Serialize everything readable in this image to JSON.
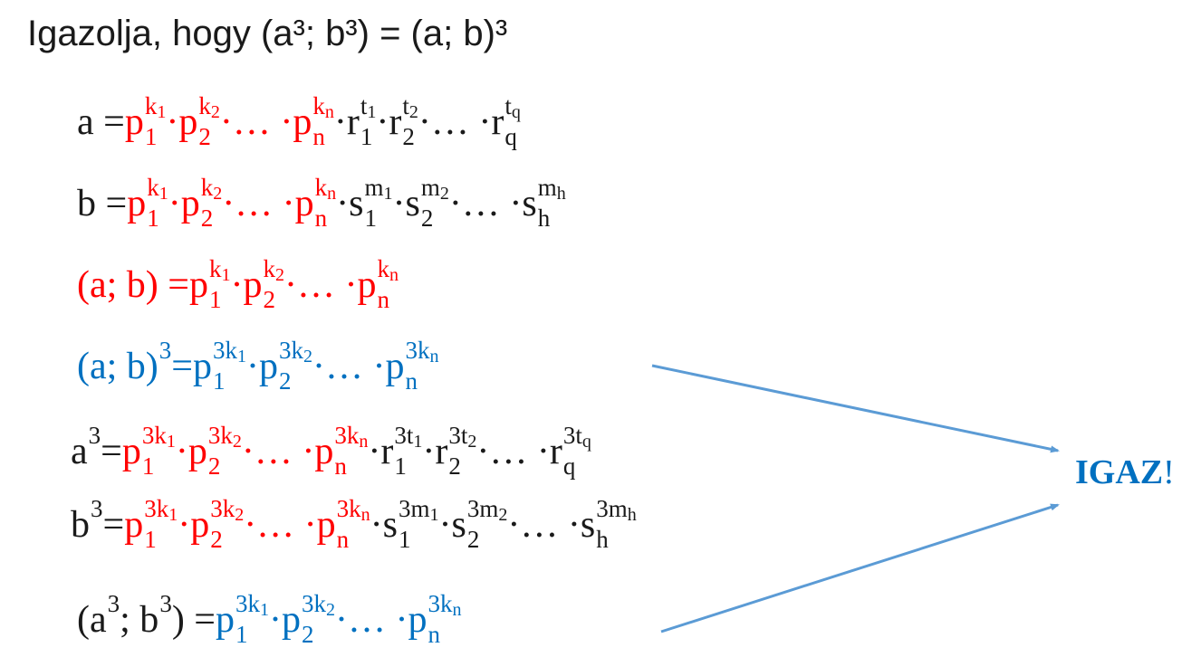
{
  "colors": {
    "black": "#1a1a1a",
    "red": "#ff0000",
    "blue": "#0070c0",
    "arrow": "#5b9bd5"
  },
  "title": "Igazolja, hogy (a³; b³) = (a; b)³",
  "conclusion": {
    "word": "IGAZ",
    "mark": "!"
  },
  "lines": [
    {
      "name": "a-factorization",
      "tokens": [
        {
          "t": "a = ",
          "c": "black"
        },
        {
          "b": "p",
          "sub": "1",
          "sup": "k",
          "ss": "1",
          "c": "red"
        },
        {
          "t": " ·  ",
          "c": "red"
        },
        {
          "b": "p",
          "sub": "2",
          "sup": "k",
          "ss": "2",
          "c": "red"
        },
        {
          "t": " ·… · ",
          "c": "red"
        },
        {
          "b": "p",
          "sub": "n",
          "sup": "k",
          "ss": "n",
          "c": "red"
        },
        {
          "t": " · ",
          "c": "black"
        },
        {
          "b": "r",
          "sub": "1",
          "sup": "t",
          "ss": "1",
          "c": "black"
        },
        {
          "t": " ·  ",
          "c": "black"
        },
        {
          "b": "r",
          "sub": "2",
          "sup": "t",
          "ss": "2",
          "c": "black"
        },
        {
          "t": " ·… · ",
          "c": "black"
        },
        {
          "b": "r",
          "sub": "q",
          "sup": "t",
          "ss": "q",
          "c": "black"
        }
      ]
    },
    {
      "name": "b-factorization",
      "tokens": [
        {
          "t": "b = ",
          "c": "black"
        },
        {
          "b": "p",
          "sub": "1",
          "sup": "k",
          "ss": "1",
          "c": "red"
        },
        {
          "t": " ·  ",
          "c": "red"
        },
        {
          "b": "p",
          "sub": "2",
          "sup": "k",
          "ss": "2",
          "c": "red"
        },
        {
          "t": " ·… · ",
          "c": "red"
        },
        {
          "b": "p",
          "sub": "n",
          "sup": "k",
          "ss": "n",
          "c": "red"
        },
        {
          "t": " · ",
          "c": "black"
        },
        {
          "b": "s",
          "sub": "1",
          "sup": "m",
          "ss": "1",
          "c": "black"
        },
        {
          "t": " ·  ",
          "c": "black"
        },
        {
          "b": "s",
          "sub": "2",
          "sup": "m",
          "ss": "2",
          "c": "black"
        },
        {
          "t": " ·… · ",
          "c": "black"
        },
        {
          "b": "s",
          "sub": "h",
          "sup": "m",
          "ss": "h",
          "c": "black"
        }
      ]
    },
    {
      "name": "gcd-ab",
      "tokens": [
        {
          "t": "(a; b) = ",
          "c": "red"
        },
        {
          "b": "p",
          "sub": "1",
          "sup": "k",
          "ss": "1",
          "c": "red"
        },
        {
          "t": " ·  ",
          "c": "red"
        },
        {
          "b": "p",
          "sub": "2",
          "sup": "k",
          "ss": "2",
          "c": "red"
        },
        {
          "t": " ·… · ",
          "c": "red"
        },
        {
          "b": "p",
          "sub": "n",
          "sup": "k",
          "ss": "n",
          "c": "red"
        }
      ]
    },
    {
      "name": "gcd-ab-cubed",
      "tokens": [
        {
          "b": "(a; b)",
          "sup": "3",
          "c": "blue"
        },
        {
          "t": " = ",
          "c": "blue"
        },
        {
          "b": "p",
          "sub": "1",
          "sup": "3k",
          "ss": "1",
          "c": "blue"
        },
        {
          "t": " ·  ",
          "c": "blue"
        },
        {
          "b": "p",
          "sub": "2",
          "sup": "3k",
          "ss": "2",
          "c": "blue"
        },
        {
          "t": " ·… · ",
          "c": "blue"
        },
        {
          "b": "p",
          "sub": "n",
          "sup": "3k",
          "ss": "n",
          "c": "blue"
        }
      ]
    },
    {
      "name": "a-cubed",
      "tokens": [
        {
          "b": "a",
          "sup": "3",
          "c": "black"
        },
        {
          "t": " = ",
          "c": "black"
        },
        {
          "b": "p",
          "sub": "1",
          "sup": "3k",
          "ss": "1",
          "c": "red"
        },
        {
          "t": " ·  ",
          "c": "red"
        },
        {
          "b": "p",
          "sub": "2",
          "sup": "3k",
          "ss": "2",
          "c": "red"
        },
        {
          "t": " ·… · ",
          "c": "red"
        },
        {
          "b": "p",
          "sub": "n",
          "sup": "3k",
          "ss": "n",
          "c": "red"
        },
        {
          "t": " · ",
          "c": "black"
        },
        {
          "b": "r",
          "sub": "1",
          "sup": "3t",
          "ss": "1",
          "c": "black"
        },
        {
          "t": " ·  ",
          "c": "black"
        },
        {
          "b": "r",
          "sub": "2",
          "sup": "3t",
          "ss": "2",
          "c": "black"
        },
        {
          "t": " ·… · ",
          "c": "black"
        },
        {
          "b": "r",
          "sub": "q",
          "sup": "3t",
          "ss": "q",
          "c": "black"
        }
      ]
    },
    {
      "name": "b-cubed",
      "tokens": [
        {
          "b": "b",
          "sup": "3",
          "c": "black"
        },
        {
          "t": " = ",
          "c": "black"
        },
        {
          "b": "p",
          "sub": "1",
          "sup": "3k",
          "ss": "1",
          "c": "red"
        },
        {
          "t": " ·  ",
          "c": "red"
        },
        {
          "b": "p",
          "sub": "2",
          "sup": "3k",
          "ss": "2",
          "c": "red"
        },
        {
          "t": " ·… · ",
          "c": "red"
        },
        {
          "b": "p",
          "sub": "n",
          "sup": "3k",
          "ss": "n",
          "c": "red"
        },
        {
          "t": " · ",
          "c": "black"
        },
        {
          "b": "s",
          "sub": "1",
          "sup": "3m",
          "ss": "1",
          "c": "black"
        },
        {
          "t": " ·  ",
          "c": "black"
        },
        {
          "b": "s",
          "sub": "2",
          "sup": "3m",
          "ss": "2",
          "c": "black"
        },
        {
          "t": " ·… · ",
          "c": "black"
        },
        {
          "b": "s",
          "sub": "h",
          "sup": "3m",
          "ss": "h",
          "c": "black"
        }
      ]
    },
    {
      "name": "gcd-cubes",
      "tokens": [
        {
          "t": "(a",
          "c": "black"
        },
        {
          "b": "",
          "sup": "3",
          "c": "black"
        },
        {
          "t": "; b",
          "c": "black"
        },
        {
          "b": "",
          "sup": "3",
          "c": "black"
        },
        {
          "t": ") = ",
          "c": "black"
        },
        {
          "b": "p",
          "sub": "1",
          "sup": "3k",
          "ss": "1",
          "c": "blue"
        },
        {
          "t": " ·  ",
          "c": "blue"
        },
        {
          "b": "p",
          "sub": "2",
          "sup": "3k",
          "ss": "2",
          "c": "blue"
        },
        {
          "t": " ·… · ",
          "c": "blue"
        },
        {
          "b": "p",
          "sub": "n",
          "sup": "3k",
          "ss": "n",
          "c": "blue"
        }
      ]
    }
  ]
}
